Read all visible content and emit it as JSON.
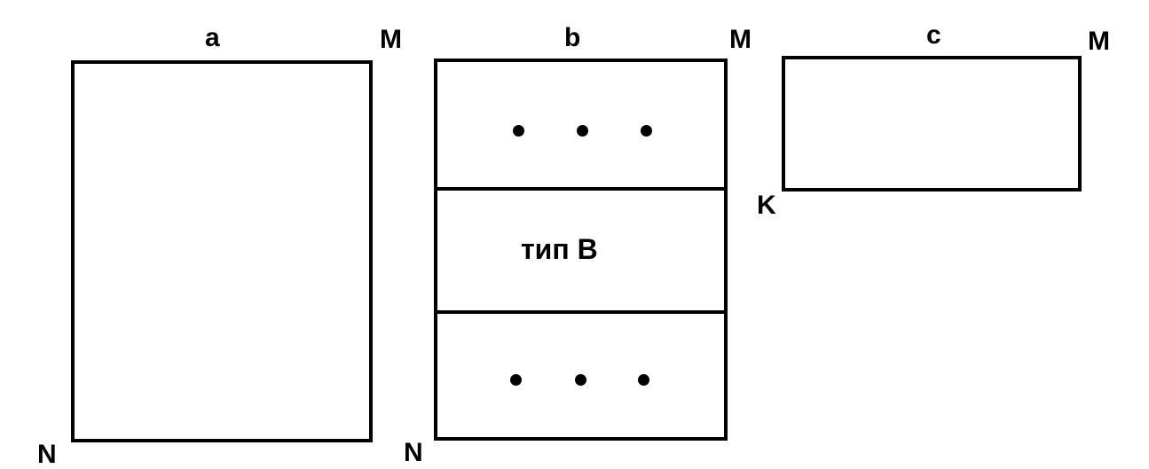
{
  "diagrams": {
    "a": {
      "title": "a",
      "corner_top_right": "M",
      "corner_bottom_left": "N"
    },
    "b": {
      "title": "b",
      "corner_top_right": "M",
      "corner_bottom_left": "N",
      "middle_cell_label": "тип B"
    },
    "c": {
      "title": "c",
      "corner_top_right": "M",
      "corner_bottom_left": "K"
    }
  }
}
